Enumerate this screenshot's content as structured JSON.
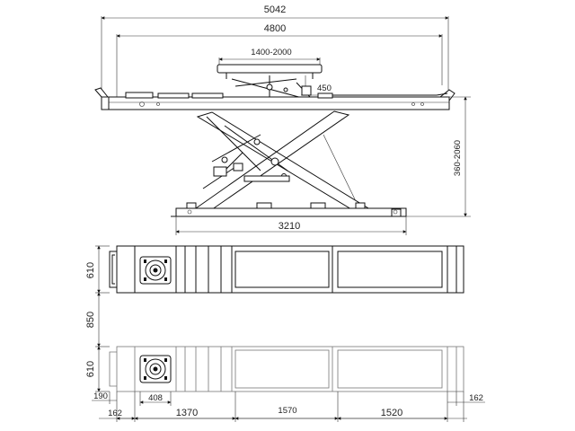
{
  "drawing": {
    "side_view": {
      "overall_length": "5042",
      "platform_length": "4800",
      "turntable_span": "1400-2000",
      "turntable_width": "450",
      "height_range": "360-2060",
      "base_length": "3210"
    },
    "top_view_raised": {
      "width": "610"
    },
    "gap": {
      "spacing": "850"
    },
    "top_view_lower": {
      "width": "610",
      "end_offset": "190",
      "turntable_dim": "408",
      "left_end": "162",
      "section_a": "1370",
      "section_b": "1570",
      "section_c": "1520",
      "right_end": "162"
    }
  }
}
